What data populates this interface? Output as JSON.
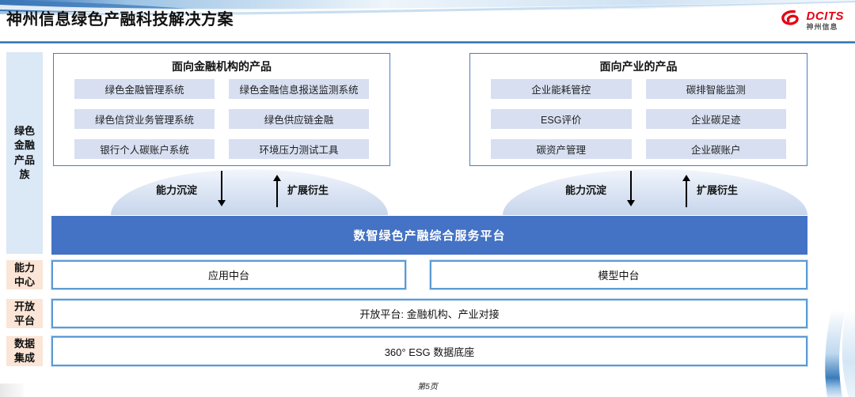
{
  "header": {
    "title": "神州信息绿色产融科技解决方案",
    "logo": {
      "brand": "DCITS",
      "brand_cn": "神州信息"
    }
  },
  "sidebar": {
    "product_family": "绿色金融产品族",
    "capability_center": "能力中心",
    "open_platform": "开放平台",
    "data_integration": "数据集成"
  },
  "product_groups": [
    {
      "title": "面向金融机构的产品",
      "items": [
        "绿色金融管理系统",
        "绿色金融信息报送监测系统",
        "绿色信贷业务管理系统",
        "绿色供应链金融",
        "银行个人碳账户系统",
        "环境压力测试工具"
      ]
    },
    {
      "title": "面向产业的产品",
      "items": [
        "企业能耗管控",
        "碳排智能监测",
        "ESG评价",
        "企业碳足迹",
        "碳资产管理",
        "企业碳账户"
      ]
    }
  ],
  "flows": {
    "down_label": "能力沉淀",
    "up_label": "扩展衍生"
  },
  "platform_bar": "数智绿色产融综合服务平台",
  "rows": {
    "app_platform": "应用中台",
    "model_platform": "模型中台",
    "open_platform": "开放平台: 金融机构、产业对接",
    "data_base": "360° ESG 数据底座"
  },
  "footer": {
    "page_label": "第5页"
  },
  "colors": {
    "bar_blue": "#4472c4",
    "box_border_blue": "#5b9bd5",
    "pill_bg": "#d7dff1",
    "sidebar_blue": "#dbe8f6",
    "sidebar_peach": "#fbe5d6",
    "brand_red": "#e60012"
  }
}
